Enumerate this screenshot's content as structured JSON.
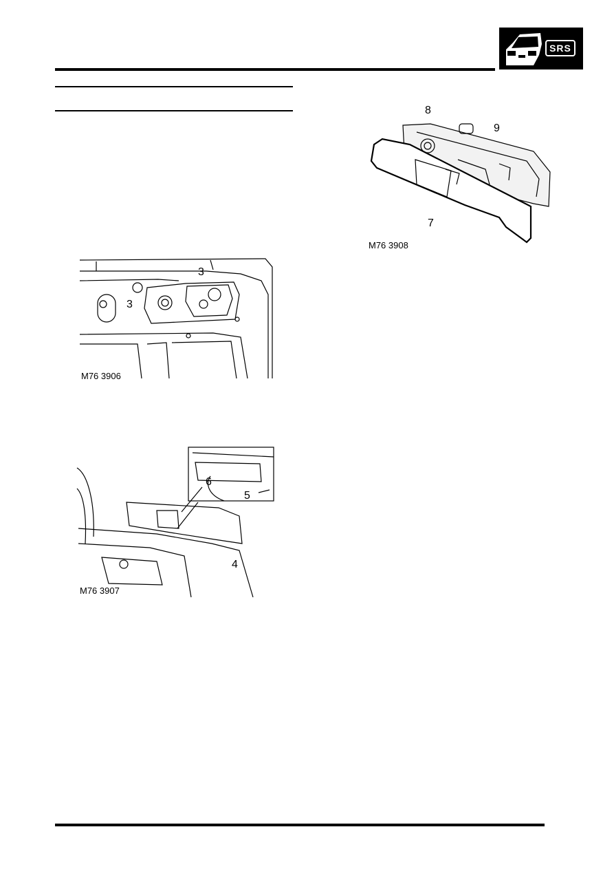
{
  "header": {
    "badge_text": "SRS",
    "badge_icon": "car-front-icon"
  },
  "figures": [
    {
      "code": "M76 3906",
      "callouts": [
        "3",
        "3"
      ]
    },
    {
      "code": "M76 3907",
      "callouts": [
        "6",
        "5",
        "4"
      ]
    },
    {
      "code": "M76 3908",
      "callouts": [
        "8",
        "9",
        "7"
      ]
    }
  ],
  "colors": {
    "ink": "#000000",
    "paper": "#ffffff"
  }
}
